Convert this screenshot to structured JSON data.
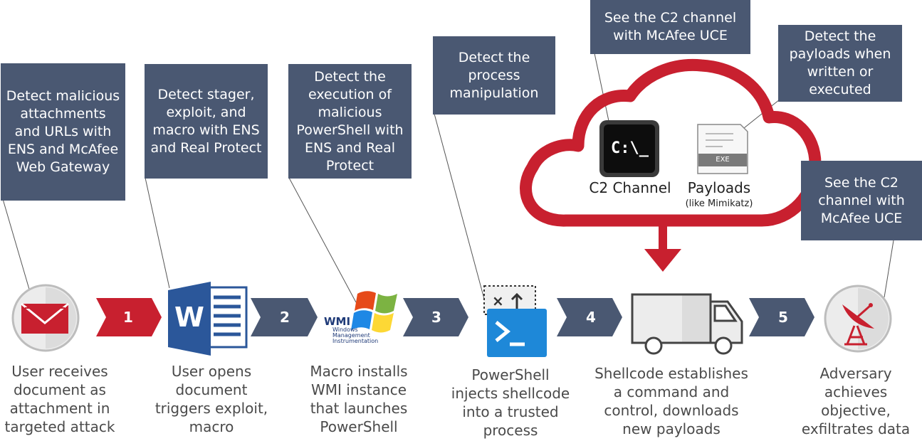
{
  "callouts": {
    "email": "Detect malicious\nattachments\nand URLs with\nENS and McAfee\nWeb Gateway",
    "word": "Detect stager,\nexploit, and\nmacro with ENS\nand Real Protect",
    "wmi": "Detect the\nexecution of\nmalicious\nPowerShell with\nENS and Real\nProtect",
    "process": "Detect the\nprocess\nmanipulation",
    "c2_top": "See the C2 channel\nwith McAfee UCE",
    "payloads": "Detect the\npayloads when\nwritten or\nexecuted",
    "c2_right": "See the C2\nchannel with\nMcAfee UCE"
  },
  "cloud": {
    "terminal_text": "C:\\_",
    "c2_label": "C2 Channel",
    "payloads_label": "Payloads",
    "payloads_sub": "(like Mimikatz)",
    "exe_label": "EXE"
  },
  "wmi_logo": {
    "title": "WMI",
    "line1": "Windows",
    "line2": "Management",
    "line3": "Instrumentation"
  },
  "steps": {
    "n1": "1",
    "n2": "2",
    "n3": "3",
    "n4": "4",
    "n5": "5",
    "s1": "User receives\ndocument as\nattachment in\ntargeted attack",
    "s2": "User opens\ndocument\ntriggers exploit,\nmacro",
    "s3": "Macro installs\nWMI instance\nthat launches\nPowerShell",
    "s4": "PowerShell\ninjects shellcode\ninto a trusted\nprocess",
    "s5": "Shellcode establishes\na command and\ncontrol, downloads\nnew payloads",
    "s6": "Adversary\nachieves\nobjective,\nexfiltrates data"
  },
  "colors": {
    "callout": "#4a5872",
    "accent_red": "#c8202f",
    "chevron": "#4a5872",
    "text": "#4a4a4a"
  },
  "icons": [
    "envelope-icon",
    "word-icon",
    "windows-flag-icon",
    "powershell-icon",
    "truck-icon",
    "satellite-dish-icon",
    "terminal-icon",
    "exe-file-icon"
  ]
}
